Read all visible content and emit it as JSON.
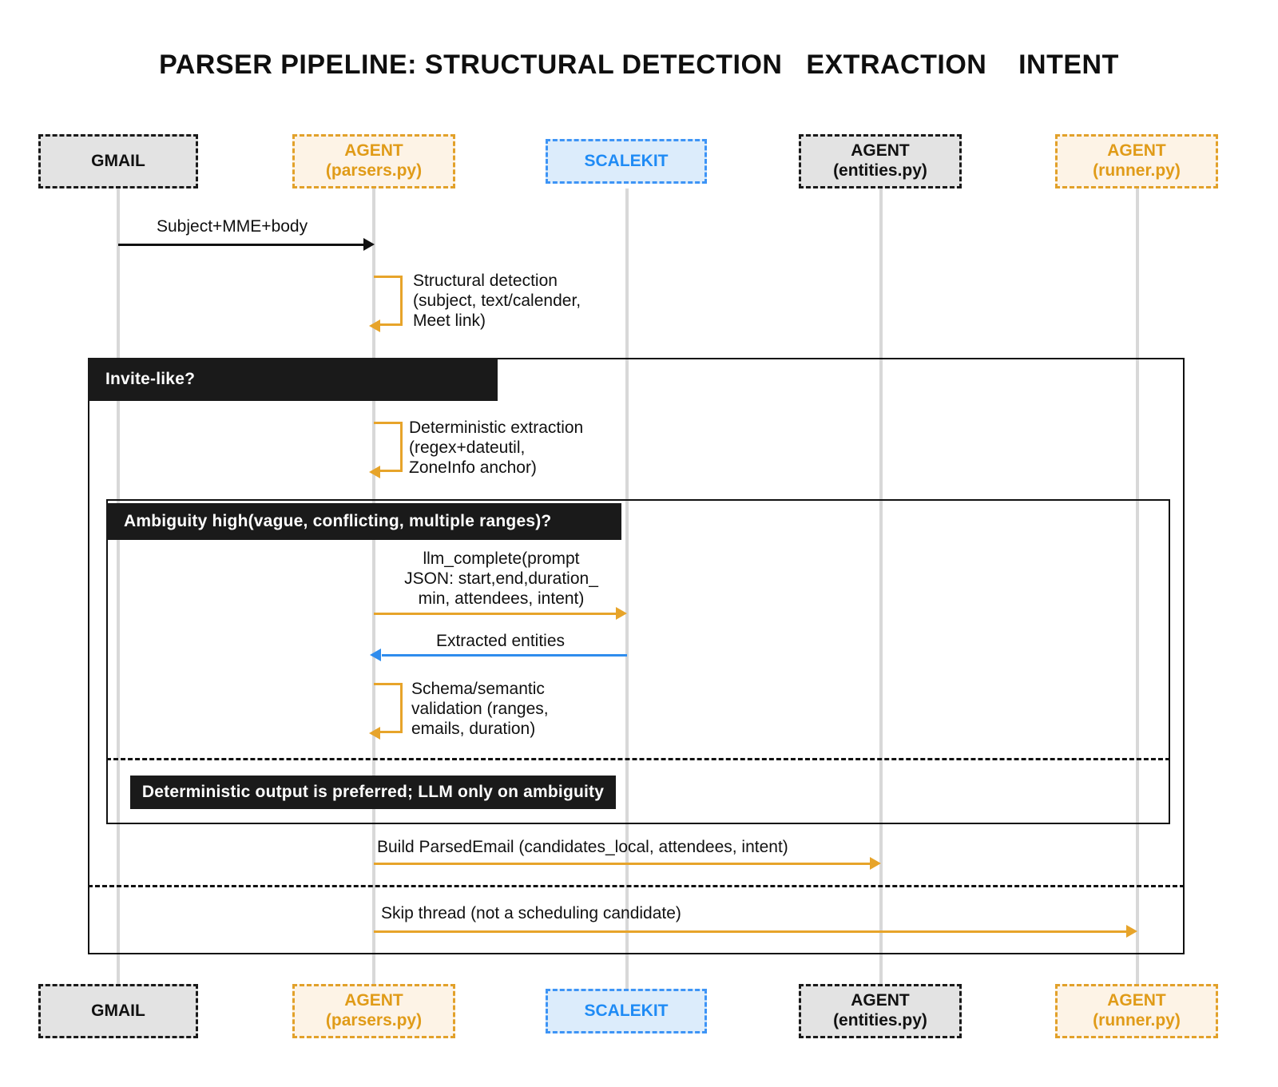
{
  "diagram": {
    "title": "PARSER PIPELINE: STRUCTURAL DETECTION   EXTRACTION    INTENT",
    "type": "sequence-diagram",
    "colors": {
      "accent_orange": "#e7a42a",
      "accent_blue": "#2f8ced",
      "participant_gray_bg": "#e3e3e3",
      "participant_orange_bg": "#fdf3e6",
      "participant_blue_bg": "#dcecfb",
      "fragment_label_bg": "#1a1a1a",
      "lifeline": "#d8d8d8"
    }
  },
  "participants": [
    {
      "id": "gmail",
      "label": "GMAIL",
      "style": "gray"
    },
    {
      "id": "parsers",
      "label": "AGENT\n(parsers.py)",
      "style": "orange"
    },
    {
      "id": "scalekit",
      "label": "SCALEKIT",
      "style": "blue"
    },
    {
      "id": "entities",
      "label": "AGENT\n(entities.py)",
      "style": "gray"
    },
    {
      "id": "runner",
      "label": "AGENT\n(runner.py)",
      "style": "orange"
    }
  ],
  "fragments": [
    {
      "id": "invite-like",
      "label": "Invite-like?",
      "else_label": "Deterministic output is preferred; LLM only on ambiguity"
    },
    {
      "id": "ambiguity",
      "label": "Ambiguity high(vague, conflicting, multiple ranges)?"
    }
  ],
  "messages": [
    {
      "id": "subject-mime-body",
      "text": "Subject+MME+body",
      "from": "gmail",
      "to": "parsers",
      "kind": "call",
      "color": "black"
    },
    {
      "id": "structural-detection",
      "text": "Structural detection\n(subject, text/calender,\nMeet link)",
      "from": "parsers",
      "to": "parsers",
      "kind": "self",
      "color": "orange"
    },
    {
      "id": "deterministic-extraction",
      "text": "Deterministic extraction\n(regex+dateutil,\nZoneInfo anchor)",
      "from": "parsers",
      "to": "parsers",
      "kind": "self",
      "color": "orange"
    },
    {
      "id": "llm-complete",
      "text": "llm_complete(prompt\nJSON: start,end,duration_\nmin, attendees, intent)",
      "from": "parsers",
      "to": "scalekit",
      "kind": "call",
      "color": "orange"
    },
    {
      "id": "extracted-entities",
      "text": "Extracted entities",
      "from": "scalekit",
      "to": "parsers",
      "kind": "return",
      "color": "blue"
    },
    {
      "id": "schema-validation",
      "text": "Schema/semantic\nvalidation (ranges,\nemails, duration)",
      "from": "parsers",
      "to": "parsers",
      "kind": "self",
      "color": "orange"
    },
    {
      "id": "build-parsedemail",
      "text": "Build ParsedEmail (candidates_local, attendees, intent)",
      "from": "parsers",
      "to": "entities",
      "kind": "call",
      "color": "orange"
    },
    {
      "id": "skip-thread",
      "text": "Skip thread (not a scheduling candidate)",
      "from": "parsers",
      "to": "runner",
      "kind": "call",
      "color": "orange"
    }
  ]
}
